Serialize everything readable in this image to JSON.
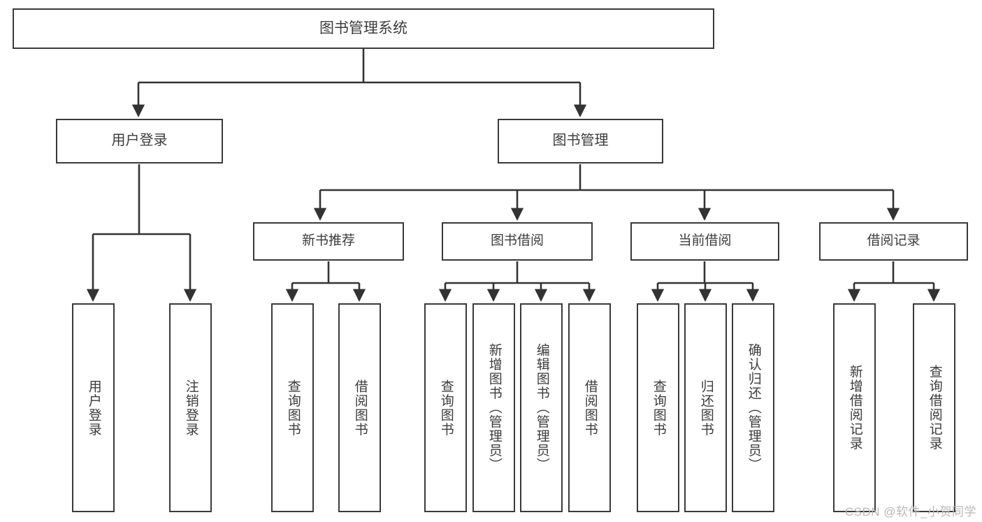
{
  "diagram": {
    "type": "tree-hierarchy",
    "title": "图书管理系统",
    "orientation": "top-down",
    "colors": {
      "box_border": "#3a3a3a",
      "box_fill": "#ffffff",
      "edge": "#333333",
      "text": "#3c3c3c",
      "watermark": "#b9b9b9",
      "background": "#ffffff"
    },
    "nodes": {
      "root": {
        "label": "图书管理系统"
      },
      "level1": [
        {
          "id": "user-login",
          "label": "用户登录"
        },
        {
          "id": "book-manage",
          "label": "图书管理"
        }
      ],
      "level2": [
        {
          "id": "new-book-recommend",
          "label": "新书推荐"
        },
        {
          "id": "book-borrow",
          "label": "图书借阅"
        },
        {
          "id": "current-borrow",
          "label": "当前借阅"
        },
        {
          "id": "borrow-record",
          "label": "借阅记录"
        }
      ],
      "leaves": [
        {
          "id": "leaf-user-login",
          "label": "用户登录",
          "parent": "user-login"
        },
        {
          "id": "leaf-user-logout",
          "label": "注销登录",
          "parent": "user-login"
        },
        {
          "id": "leaf-query-book-1",
          "label": "查询图书",
          "parent": "new-book-recommend"
        },
        {
          "id": "leaf-borrow-book-1",
          "label": "借阅图书",
          "parent": "new-book-recommend"
        },
        {
          "id": "leaf-query-book-2",
          "label": "查询图书",
          "parent": "book-borrow"
        },
        {
          "id": "leaf-add-book",
          "label": "新增图书（管理员）",
          "parent": "book-borrow"
        },
        {
          "id": "leaf-edit-book",
          "label": "编辑图书（管理员）",
          "parent": "book-borrow"
        },
        {
          "id": "leaf-borrow-book-2",
          "label": "借阅图书",
          "parent": "book-borrow"
        },
        {
          "id": "leaf-query-book-3",
          "label": "查询图书",
          "parent": "current-borrow"
        },
        {
          "id": "leaf-return-book",
          "label": "归还图书",
          "parent": "current-borrow"
        },
        {
          "id": "leaf-confirm-return",
          "label": "确认归还（管理员）",
          "parent": "current-borrow"
        },
        {
          "id": "leaf-add-borrow-record",
          "label": "新增借阅记录",
          "parent": "borrow-record"
        },
        {
          "id": "leaf-query-borrow-record",
          "label": "查询借阅记录",
          "parent": "borrow-record"
        }
      ]
    }
  },
  "watermark": {
    "text": "CSDN @软件_小贺同学"
  }
}
